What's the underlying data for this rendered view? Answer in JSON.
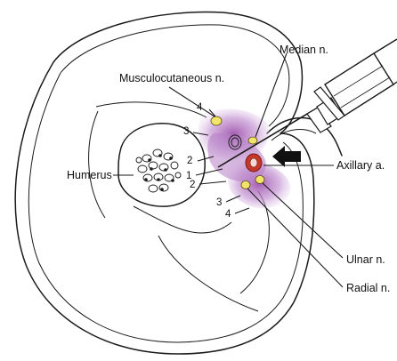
{
  "labels": {
    "musculocutaneous": "Musculocutaneous n.",
    "median": "Median n.",
    "humerus": "Humerus",
    "axillary": "Axillary a.",
    "ulnar": "Ulnar n.",
    "radial": "Radial n."
  },
  "numbers": {
    "upper": [
      "4",
      "3",
      "2",
      "1"
    ],
    "lower": [
      "2",
      "3",
      "4"
    ]
  },
  "colors": {
    "sheath": "#b77fc6",
    "nerve": "#f2e36b",
    "artery": "#c4382b",
    "ink": "#1a1a1a"
  }
}
